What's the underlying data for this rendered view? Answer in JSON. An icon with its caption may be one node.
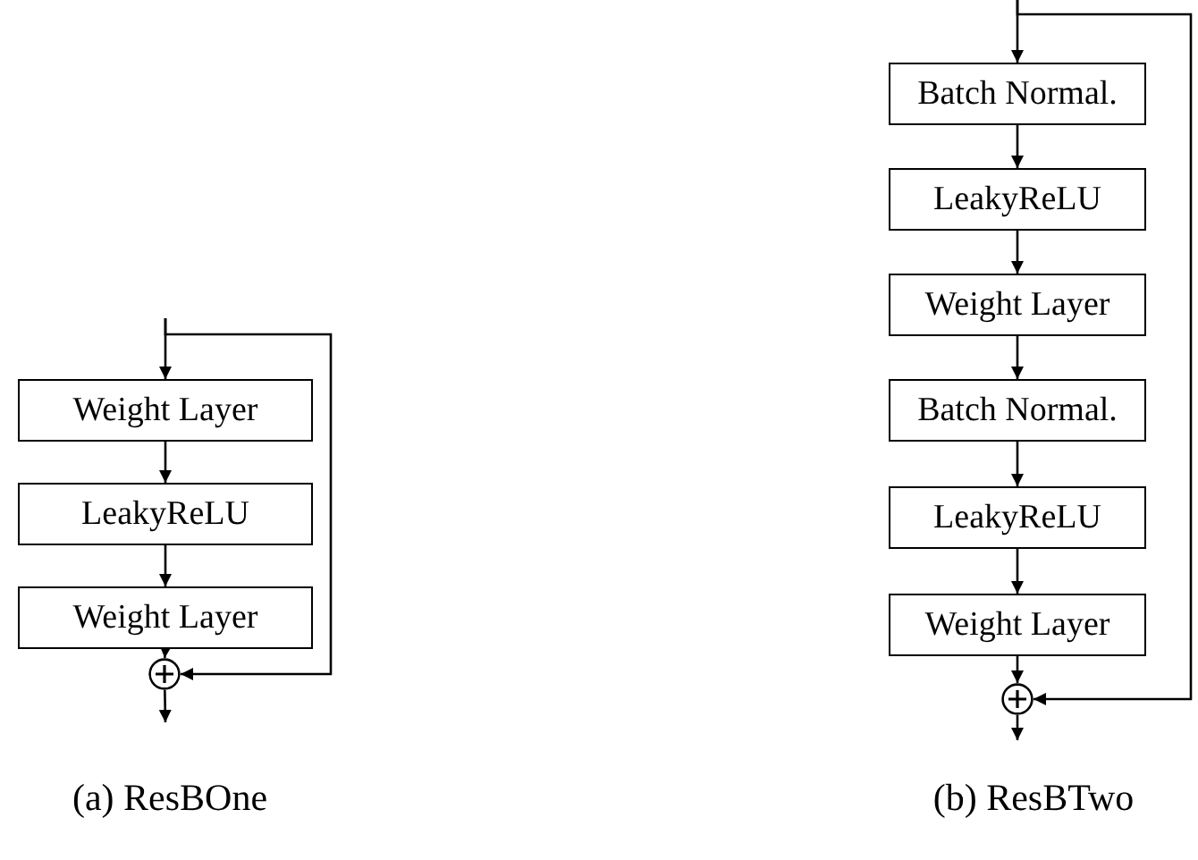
{
  "diagram": {
    "nodes": [
      {
        "text": [
          "Weight Layer"
        ]
      },
      {
        "text": [
          "LeakyReLU"
        ]
      },
      {
        "text": [
          "Weight Layer"
        ]
      },
      {
        "text": [],
        "shape": "circle"
      },
      {
        "text": [
          "Batch Normal."
        ]
      },
      {
        "text": [
          "LeakyReLU"
        ]
      },
      {
        "text": [
          "Weight Layer"
        ]
      },
      {
        "text": [
          "Batch Normal."
        ]
      },
      {
        "text": [
          "LeakyReLU"
        ]
      },
      {
        "text": [
          "Weight Layer"
        ]
      },
      {
        "text": [],
        "shape": "circle"
      }
    ],
    "edges": [
      {
        "from": null,
        "to": 0,
        "arrow": "to"
      },
      {
        "from": 0,
        "to": 1,
        "arrow": "to"
      },
      {
        "from": 1,
        "to": 2,
        "arrow": "to"
      },
      {
        "from": 2,
        "to": 3,
        "arrow": "to"
      },
      {
        "from": 3,
        "to": null,
        "arrow": "to"
      },
      {
        "from": null,
        "to": 3,
        "arrow": "to"
      },
      {
        "from": null,
        "to": 4,
        "arrow": "to"
      },
      {
        "from": 4,
        "to": 5,
        "arrow": "to"
      },
      {
        "from": 5,
        "to": 6,
        "arrow": "to"
      },
      {
        "from": 6,
        "to": 7,
        "arrow": "to"
      },
      {
        "from": 7,
        "to": 8,
        "arrow": "to"
      },
      {
        "from": 8,
        "to": 9,
        "arrow": "to"
      },
      {
        "from": 9,
        "to": 10,
        "arrow": "to"
      },
      {
        "from": 10,
        "to": null,
        "arrow": "to"
      },
      {
        "from": null,
        "to": 10,
        "arrow": "to"
      }
    ],
    "labels": [
      "(a) ResBOne",
      "(b) ResBTwo"
    ]
  }
}
